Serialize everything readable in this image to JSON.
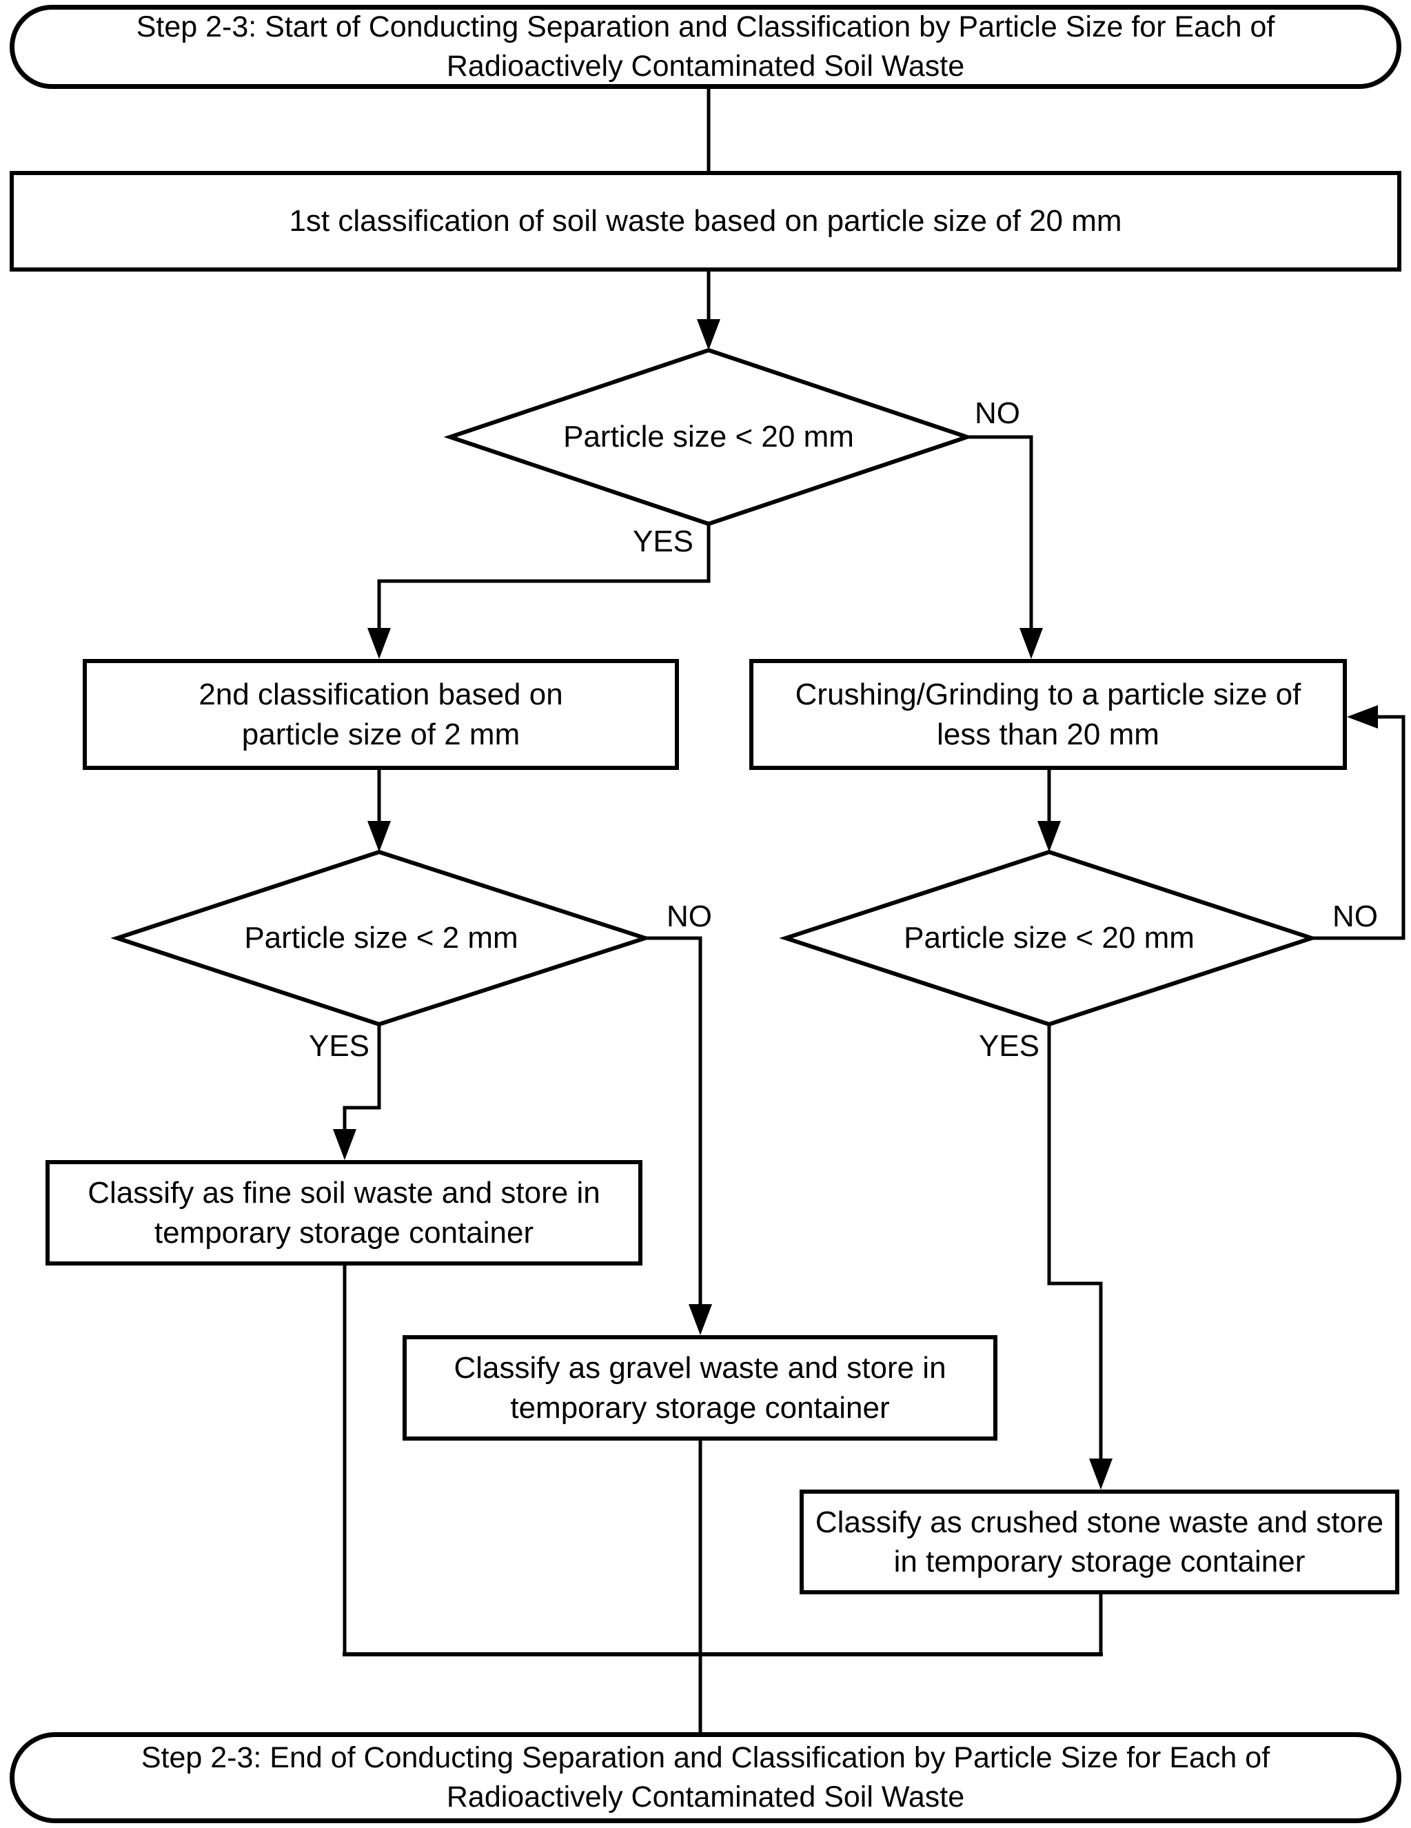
{
  "flowchart": {
    "nodes": {
      "start": {
        "type": "terminator",
        "label": "Step 2-3: Start of Conducting Separation and Classification by Particle Size for Each of\nRadioactively Contaminated Soil Waste"
      },
      "first_classification": {
        "type": "process",
        "label": "1st classification of soil waste based on particle size of 20 mm"
      },
      "decision_particle_20mm": {
        "type": "decision",
        "label": "Particle size < 20 mm"
      },
      "second_classification": {
        "type": "process",
        "label": "2nd classification based on\nparticle size of 2 mm"
      },
      "crushing_grinding": {
        "type": "process",
        "label": "Crushing/Grinding to a particle size of\nless than 20 mm"
      },
      "decision_particle_2mm": {
        "type": "decision",
        "label": "Particle size < 2 mm"
      },
      "decision_particle_20mm_recheck": {
        "type": "decision",
        "label": "Particle size < 20 mm"
      },
      "classify_fine_soil": {
        "type": "process",
        "label": "Classify as fine soil waste and store in\ntemporary storage container"
      },
      "classify_gravel": {
        "type": "process",
        "label": "Classify as gravel waste and store in\ntemporary storage container"
      },
      "classify_crushed_stone": {
        "type": "process",
        "label": "Classify as crushed stone waste and store\nin temporary storage container"
      },
      "end": {
        "type": "terminator",
        "label": "Step 2-3: End of Conducting Separation and Classification by Particle Size for Each of\nRadioactively Contaminated Soil Waste"
      }
    },
    "branch_labels": {
      "decision1_no": "NO",
      "decision1_yes": "YES",
      "decision2_no": "NO",
      "decision2_yes": "YES",
      "decision3_no": "NO",
      "decision3_yes": "YES"
    },
    "colors": {
      "line": "#000000",
      "fill": "#ffffff",
      "text": "#000000"
    }
  }
}
